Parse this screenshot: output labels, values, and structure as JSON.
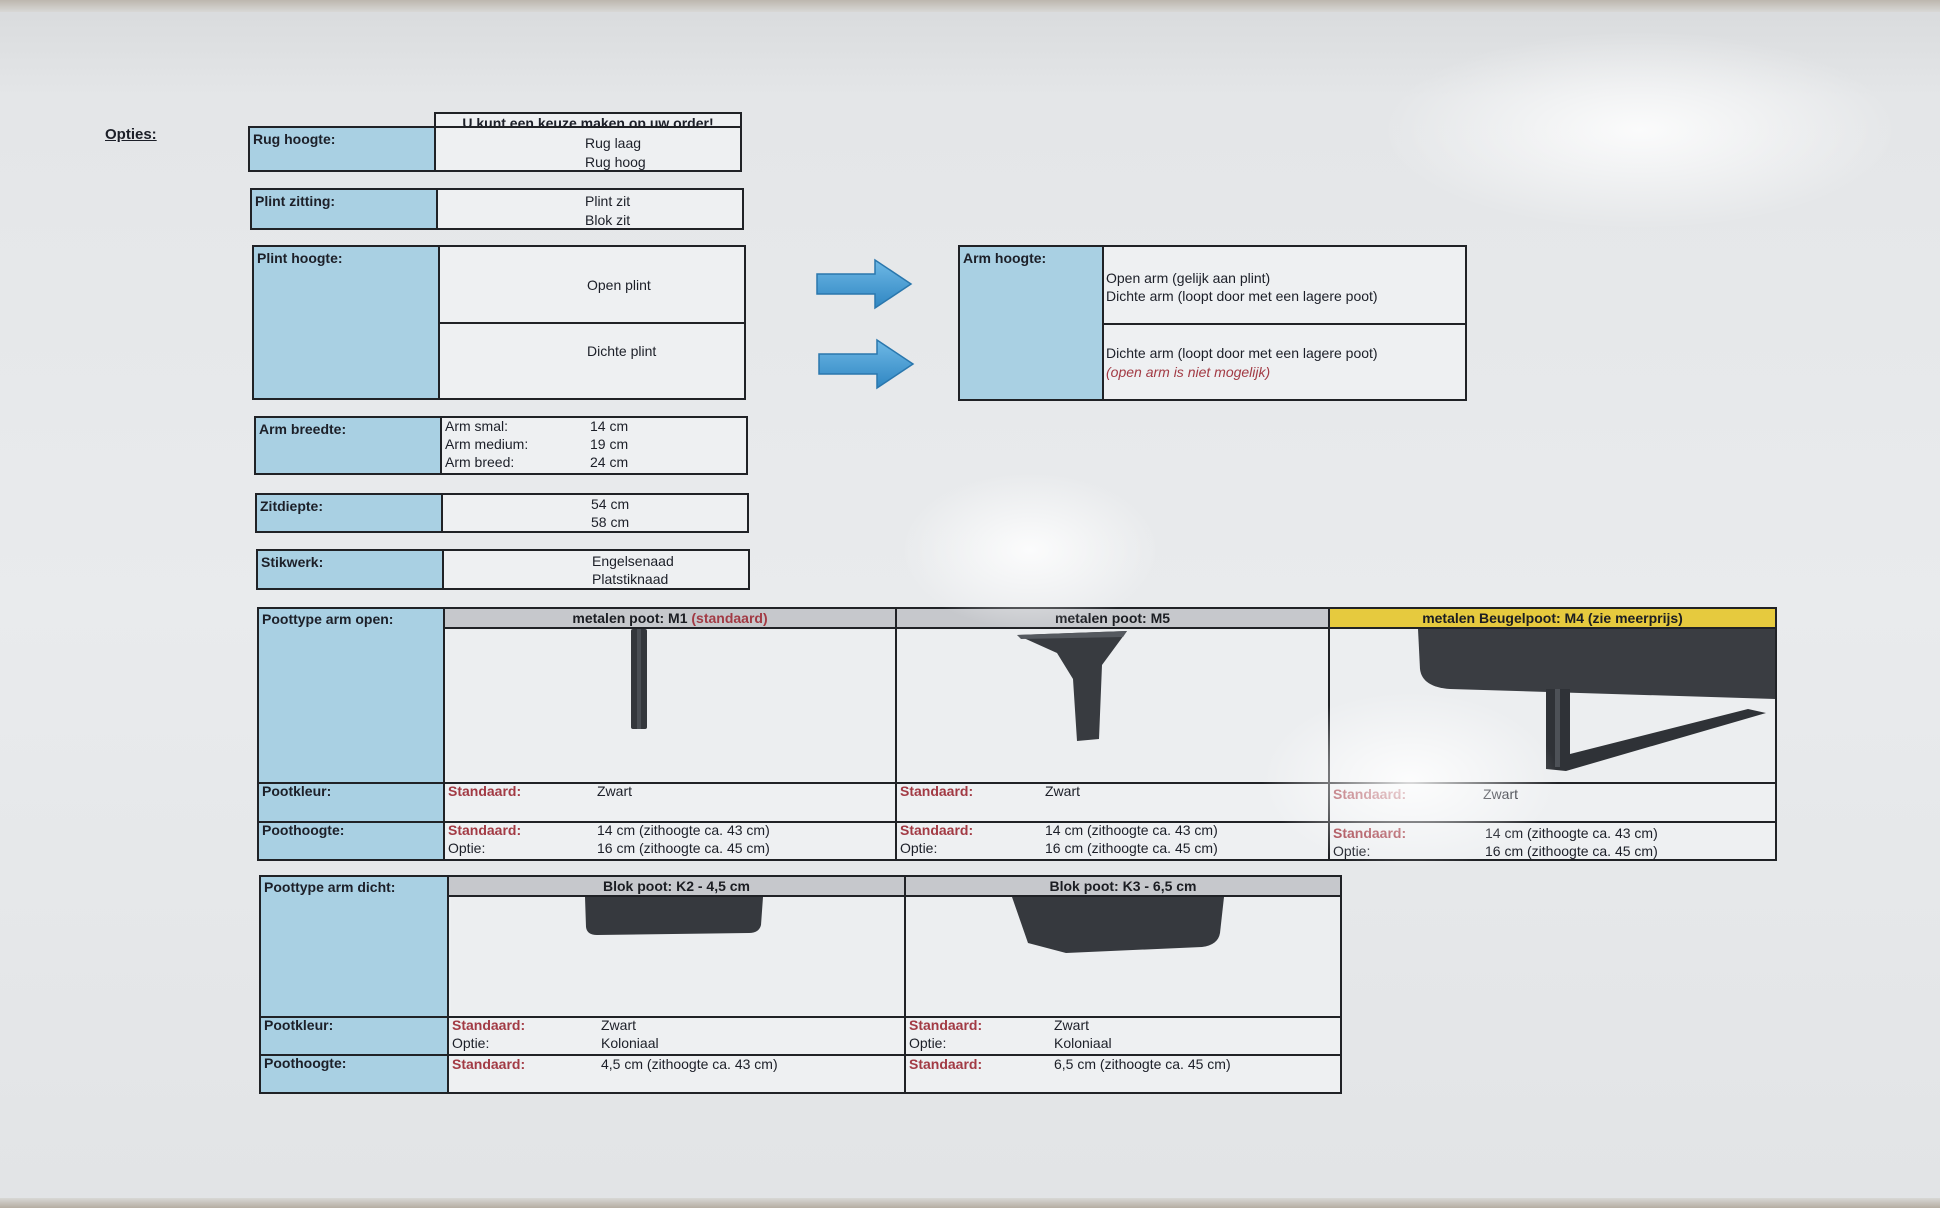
{
  "title": "Opties:",
  "choice_note": "U kunt een keuze maken op uw order!",
  "rug": {
    "label": "Rug hoogte:",
    "options": [
      "Rug laag",
      "Rug hoog"
    ]
  },
  "plint_zitting": {
    "label": "Plint zitting:",
    "options": [
      "Plint zit",
      "Blok zit"
    ]
  },
  "plint_hoogte": {
    "label": "Plint hoogte:",
    "options": [
      "Open plint",
      "Dichte plint"
    ]
  },
  "arm_hoogte": {
    "label": "Arm hoogte:",
    "open_1": "Open arm (gelijk aan plint)",
    "open_2": "Dichte arm (loopt door met een lagere poot)",
    "closed_1": "Dichte arm (loopt door met een lagere poot)",
    "closed_note": "(open arm is niet mogelijk)"
  },
  "arm_breedte": {
    "label": "Arm breedte:",
    "rows": [
      {
        "name": "Arm smal:",
        "value": "14 cm"
      },
      {
        "name": "Arm medium:",
        "value": "19 cm"
      },
      {
        "name": "Arm breed:",
        "value": "24 cm"
      }
    ]
  },
  "zitdiepte": {
    "label": "Zitdiepte:",
    "options": [
      "54 cm",
      "58 cm"
    ]
  },
  "stikwerk": {
    "label": "Stikwerk:",
    "options": [
      "Engelsenaad",
      "Platstiknaad"
    ]
  },
  "poottype_open": {
    "label": "Poottype arm open:",
    "kleur_label": "Pootkleur:",
    "hoogte_label": "Poothoogte:",
    "columns": [
      {
        "header": "metalen poot:  M1",
        "header_extra": "(standaard)",
        "std_label": "Standaard:",
        "kleur": "Zwart",
        "hoogte_std": "14 cm  (zithoogte ca. 43 cm)",
        "optie_label": "Optie:",
        "hoogte_opt": "16 cm  (zithoogte ca. 45 cm)"
      },
      {
        "header": "metalen poot:  M5",
        "header_extra": "",
        "std_label": "Standaard:",
        "kleur": "Zwart",
        "hoogte_std": "14 cm  (zithoogte ca. 43 cm)",
        "optie_label": "Optie:",
        "hoogte_opt": "16 cm  (zithoogte ca. 45 cm)"
      },
      {
        "header": "metalen Beugelpoot:  M4  (zie meerprijs)",
        "header_extra": "",
        "std_label": "Standaard:",
        "kleur": "Zwart",
        "hoogte_std": "14 cm  (zithoogte ca. 43 cm)",
        "optie_label": "Optie:",
        "hoogte_opt": "16 cm  (zithoogte ca. 45 cm)"
      }
    ]
  },
  "poottype_dicht": {
    "label": "Poottype arm dicht:",
    "kleur_label": "Pootkleur:",
    "hoogte_label": "Poothoogte:",
    "columns": [
      {
        "header": "Blok poot:  K2 - 4,5 cm",
        "std_label": "Standaard:",
        "kleur": "Zwart",
        "optie_label": "Optie:",
        "kleur_opt": "Koloniaal",
        "hoogte_std": "4,5 cm  (zithoogte ca. 43 cm)"
      },
      {
        "header": "Blok poot:  K3 - 6,5 cm",
        "std_label": "Standaard:",
        "kleur": "Zwart",
        "optie_label": "Optie:",
        "kleur_opt": "Koloniaal",
        "hoogte_std": "6,5 cm  (zithoogte ca. 45 cm)"
      }
    ]
  },
  "colors": {
    "label_fill": "#a9d0e3",
    "header_gray": "#c6c8cc",
    "header_yellow": "#e6ca3e",
    "arrow": "#4aa3d8",
    "accent_red": "#a23a44"
  }
}
